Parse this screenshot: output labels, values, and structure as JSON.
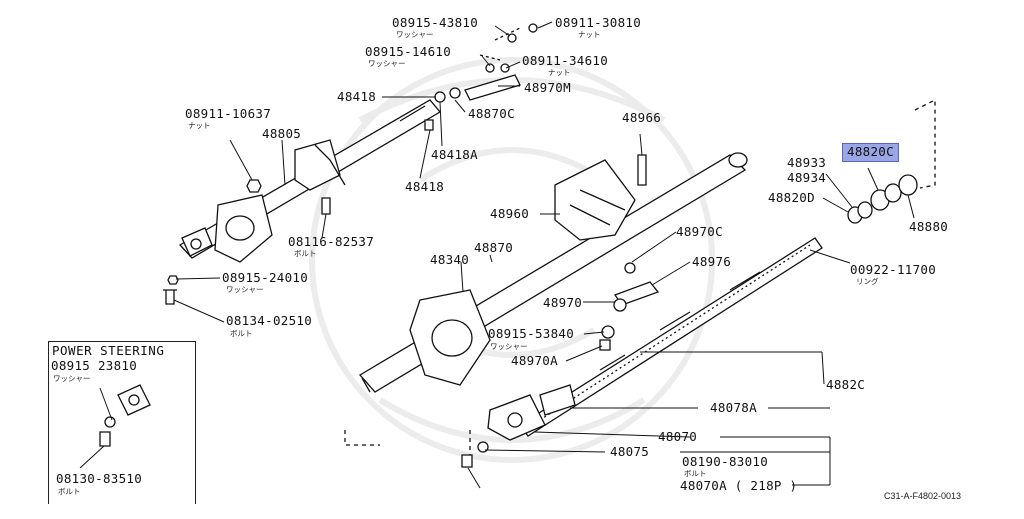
{
  "diagram": {
    "highlight_color": "#9aa6e6",
    "reference_code": "C31-A-F4802-0013",
    "inset_title": "POWER STEERING",
    "labels": [
      {
        "id": "p08915_43810",
        "text": "08915-43810",
        "sub": "ワッシャー"
      },
      {
        "id": "p08911_30810",
        "text": "08911-30810",
        "sub": "ナット"
      },
      {
        "id": "p08915_14610",
        "text": "08915-14610",
        "sub": "ワッシャー"
      },
      {
        "id": "p08911_34610",
        "text": "08911-34610",
        "sub": "ナット"
      },
      {
        "id": "p48418",
        "text": "48418"
      },
      {
        "id": "p48970M",
        "text": "48970M"
      },
      {
        "id": "p08911_10637",
        "text": "08911-10637",
        "sub": "ナット"
      },
      {
        "id": "p48805",
        "text": "48805"
      },
      {
        "id": "p48870C",
        "text": "48870C"
      },
      {
        "id": "p48966",
        "text": "48966"
      },
      {
        "id": "p48418A",
        "text": "48418A"
      },
      {
        "id": "p48418b",
        "text": "48418"
      },
      {
        "id": "p48933",
        "text": "48933"
      },
      {
        "id": "p48934",
        "text": "48934"
      },
      {
        "id": "p48820C_hl",
        "text": "48820C"
      },
      {
        "id": "p48820D",
        "text": "48820D"
      },
      {
        "id": "p48880",
        "text": "48880"
      },
      {
        "id": "p48960",
        "text": "48960"
      },
      {
        "id": "p08116_82537",
        "text": "08116-82537",
        "sub": "ボルト"
      },
      {
        "id": "p48870",
        "text": "48870"
      },
      {
        "id": "p48970C",
        "text": "48970C"
      },
      {
        "id": "p48340",
        "text": "48340"
      },
      {
        "id": "p48976",
        "text": "48976"
      },
      {
        "id": "p00922_11700",
        "text": "00922-11700",
        "sub": "リング"
      },
      {
        "id": "p08915_24010",
        "text": "08915-24010",
        "sub": "ワッシャー"
      },
      {
        "id": "p48970",
        "text": "48970"
      },
      {
        "id": "p08134_02510",
        "text": "08134-02510",
        "sub": "ボルト"
      },
      {
        "id": "p08915_53840",
        "text": "08915-53840",
        "sub": "ワッシャー"
      },
      {
        "id": "p48970A",
        "text": "48970A"
      },
      {
        "id": "p4882C",
        "text": "4882C"
      },
      {
        "id": "p08915_23810",
        "text": "08915 23810",
        "sub": "ワッシャー"
      },
      {
        "id": "p48078A",
        "text": "48078A"
      },
      {
        "id": "p48070",
        "text": "48070"
      },
      {
        "id": "p48075",
        "text": "48075"
      },
      {
        "id": "p08190_83010",
        "text": "08190-83010",
        "sub": "ボルト"
      },
      {
        "id": "p08130_83510",
        "text": "08130-83510",
        "sub": "ボルト"
      },
      {
        "id": "p48070A",
        "text": "48070A ( 218P )"
      }
    ]
  }
}
